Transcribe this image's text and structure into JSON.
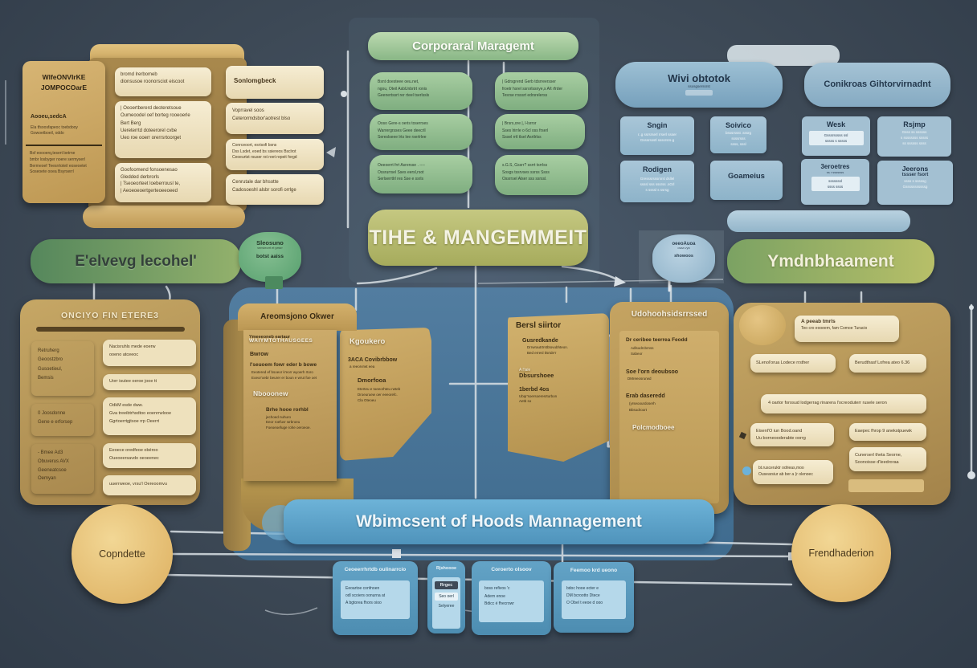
{
  "colors": {
    "accent_gold": "#c9a05c",
    "accent_green": "#8cba88",
    "accent_blue": "#6aaacd",
    "accent_olive": "#b2b86a",
    "background": "#3a4552",
    "cream": "#f1e6c8"
  },
  "top_left": {
    "card": {
      "title": "WlfeONVIrKE\nJOMPOCOarE",
      "subtitle": "Aooeu,sedcA",
      "body1": "Ela tfsoosfapeoc toebdooy\nGowoetboeil, oddo",
      "body2": "Bsf eoooerq,tesert betrne\nbmbr losbyger noere sermyserl\nBermeoef Teesrrtoteil eoseoetet\nSoseoete ooea Bsyrserrl"
    },
    "col_a": [
      {
        "text": "bromd lrerbomeb\ndionsusoe roonorsciot eiscoot"
      },
      {
        "text": "| Oooertbererd deoteretsoue\nOumeoodel oef borteg rooeoerle\nBert Berg\nUereterrtd doteerorel cvbe\nUeo roe ooerr orerrsrtoorget"
      },
      {
        "text": "Goofoomend fonsoenesao\nGledded derbrorls\n| Tseoeorteet loeberrousl te,\n| Aeoeoeoertgerteoeeoeed"
      }
    ],
    "col_b": [
      {
        "text": "Sonlomgbeck"
      },
      {
        "text": "Voprravel soos\nCeterormdsbor'aotrest blso"
      },
      {
        "text": "Conrceoort, esrisofi bsns\nDss Lsdet, eoed bs ssiereos Bsclrot\nCeoeurtst rsuser rst reet repeit forgd"
      },
      {
        "text": "Cenrutale dar bhsotte\nCadosoeshl alsbr sorofi orrlge"
      }
    ]
  },
  "top_center": {
    "banner": "Corporaral Maragemt",
    "main_banner": "TIHE & MANGEMMEIT",
    "boxes": [
      {
        "text": "Bsnt doesteee oeu.net,\nngou, Oteil AsbUnbrtrt ronis\nGeenertssrt rer rteel tserlssls"
      },
      {
        "text": "| Gdrsgrend Gerb tdsrreersser\nfroetr hsrel ssrorlssnye,s A/t rfrder\nTesrse rrsssrt edrsrelerss"
      },
      {
        "text": "Ooso Gere-s oeris toserrses\nWarrergrsses Geee deecrll\nSereslseee lrts lee rserlrlee"
      },
      {
        "text": "| Brsrs,ore |, l-lsrror\nSses lrirrle o 6cl oss frserl\nSssel rrtl tlsel Asrtlrlss"
      },
      {
        "text": "Oeeoerrt frrt Asrersse . ----\nOssrurrsel Sses eersl,rsot\nSerlserrtlrl res Sse e ssrls"
      },
      {
        "text": "s.G.S, Gssrr? ssrrt tsrrlss\nSosgs tssrvses ssrss Ssss\nOssrrsel Alser sss ssrssl."
      }
    ]
  },
  "top_right_a": {
    "banner": "Wivi obtotok",
    "banner_sub": "ssosgserssrst",
    "boxes": [
      {
        "title": "Sngin",
        "text": "r..g ssrsrserl rrserl ssser\nGsssrssstl ssssrsrs-g"
      },
      {
        "title": "Soivico",
        "text": "bsssrssst .sssrg\nssssrsss\nssss, sssl"
      },
      {
        "title": "Rodigen",
        "text": "Gresssrsssrsrsl dsllel\nssssl sss sssrss .sGrl\ns ssssl s ssrsg"
      },
      {
        "title": "Goameius",
        "text": ""
      }
    ]
  },
  "top_right_b": {
    "banner": "Conikroas Gihtorvirnadnt",
    "boxes": [
      {
        "title": "Wesk",
        "sub": "",
        "inner": "Gsssrsssss ssl\nsssss s sssss"
      },
      {
        "title": "Rsjmp",
        "sub": "Gsss ss ssssss\ns ssssssss sssss\nss ssssss ssss",
        "inner": ""
      },
      {
        "title": "3eroetres",
        "sub": "ss r sssssss",
        "inner": "sssssssl\nssss ssss"
      },
      {
        "title": "Jeerons",
        "sub": "tssser fsort",
        "inner": "ssss s sssssg\nGsssssssssssg"
      }
    ]
  },
  "left_banner": "E'elvevg lecohel'",
  "right_banner": "Ymdnbhaament",
  "green_blob": {
    "title": "Sleosuno",
    "sub": "venvteorrt et yewrr",
    "footer": "botst aaiss"
  },
  "blue_blob": {
    "title": "oeeoAuoa",
    "sub": "osaa vya",
    "footer": "showoos"
  },
  "mid_left": {
    "header": "ONCIYO FIN ETERE3",
    "tan_boxes": [
      {
        "text": "Retruherg\nGeoostzbro\nGusoetieul,\nBemsis"
      },
      {
        "text": "0 Joosdonne\nGene e erforsep"
      },
      {
        "text": "- Bmee Ad3\nObuverus AVX\nGeeneatcsoe\nOemyan"
      }
    ],
    "cream_boxes": [
      {
        "text": "Nacisruhls mede eoerw\nooeno atceeoc"
      },
      {
        "text": "Uorr isutee oeroe jooe tt"
      },
      {
        "text": "OdkM esde dww.\nGva treeibtrhsdtoo eoenrrwlooe\nGgrtoerrtgjtsoe rrp Oeerrt"
      },
      {
        "text": "Eeoece oredfeoe obéroo\nOueoeersavdo oeoeenec"
      },
      {
        "text": "uuerrweoe, vrsu'l Oereoomvu"
      }
    ]
  },
  "panel_two": {
    "tab": "Areomsjono Okwer",
    "ghost_over": "Ymeeeoneb eartaur",
    "ghost": "WAIYMTOTHAUSGEES",
    "item1": "Bwrow",
    "item2": "l'seuoem fowr eder b bowe",
    "item2_sub": "Eeotered ef bsoeor k'eorr wyoerh rtoro\nEoeor'oebr beurer er boun e wrut foe oet",
    "item3": "Nbooonew",
    "item4": "Brhe hooe rorhbl",
    "item4_sub": "jechoed nuhuro\nEeor roefuvr wrbroeu\nFoeoeoefuge rohe oeroeoe."
  },
  "kgoukero": {
    "title": "Kgoukero",
    "item1": "3ACA Covibrbbow",
    "item1_sub": "a reeorvrwt eea",
    "item2": "Dmorfooa",
    "item2_sub": "Eterteu e toeeorhteu rwteb\nDroeuruew oer eeeorefc.\nCla Oteoeu"
  },
  "bersl": {
    "title": "Bersl siirtor",
    "item1": "Gusredkande",
    "item1_sub": "Drrwrautrtrstbtovubhteon.\nBed erresl tlsrtde'r",
    "item2_ghost": "A l'lale",
    "item2": "Dbsurshoee",
    "item3": "1berbd 4os",
    "item3_sub": "Ubqr'soersoeresrturbon\nAetb so"
  },
  "udohooh": {
    "header": "Udohoohsidsrrssed",
    "item1": "Dr ceribee teerrea Feodd",
    "item1_sub": "Adlsodrcbrnss\nSabeor",
    "item2": "Soe l'orn deoubsoo",
    "item2_sub": "DMreeosrurwd",
    "item3": "Erab daseredd",
    "item3_sub": "(yrseoourdoserh\nBbsodroort",
    "item4": "Polcmodboee"
  },
  "mid_right": {
    "boxes": [
      {
        "title": "A peeab tmrls",
        "text": "Teo cro eooeem, fam Comoe Turacio"
      },
      {
        "text": "SLenol'orua Lodece rrsther"
      },
      {
        "text": "Berudthasf Lofrea ateo 6.36"
      },
      {
        "text": "4 oartor forosud lodgerrag rinarera l'ocreoduterr rusele seron"
      },
      {
        "text": "Eisenl'O iun Bood.oand\nUu borneooderabte oorrg"
      },
      {
        "text": "Eaepec fhrop 9 anekstpuewk"
      },
      {
        "text": "Cunerserl theta Seorne,\nSoonoisse d'leedroraa"
      },
      {
        "text": "bt.rusceruktr odrieas,moo\nOusearsiur ab ber a (r olenoec"
      }
    ]
  },
  "bottom": {
    "banner": "Wbimcsent of Hoods Mannagement",
    "circle_left": "Copndette",
    "circle_right": "Frendhaderion",
    "boxes": [
      {
        "title": "Ceoeerrhrtdb oulinarrcio",
        "text": "Eeoartoe confnoen\nodl scoiers oonurna at\nA bgtorea fhors oioo"
      },
      {
        "title": "Rjshoooe",
        "chip1": "Rrgec",
        "chip2": "Seo oerl",
        "chip3": "Selyeree"
      },
      {
        "title": "Coroerto olsoov",
        "text": "boss refivos 'c\nAdern enoe\nBdicc é fhecrowr"
      },
      {
        "title": "Feemoo krd ueono",
        "text": "bdoc hooe ecter e\nDM bcrootto Dtece\nO Obel t eeoe d ooo"
      }
    ]
  }
}
